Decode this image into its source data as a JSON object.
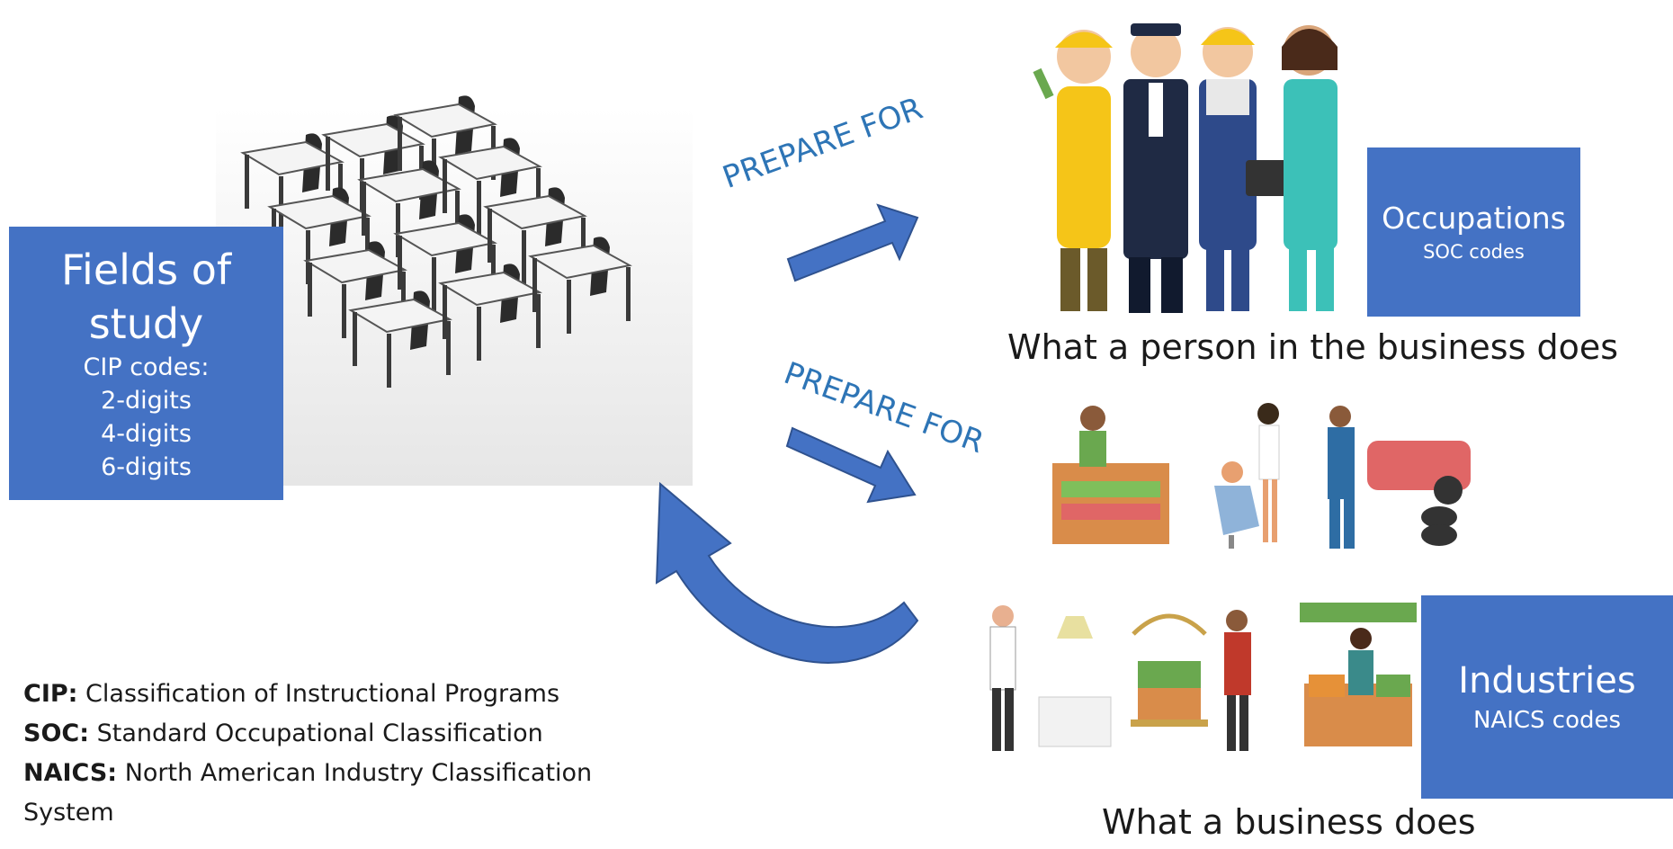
{
  "fields_box": {
    "title_line1": "Fields of",
    "title_line2": "study",
    "codes_label": "CIP codes:",
    "levels": [
      "2-digits",
      "4-digits",
      "6-digits"
    ]
  },
  "arrows": {
    "top_label": "PREPARE FOR",
    "middle_label": "PREPARE FOR"
  },
  "occupations_box": {
    "title": "Occupations",
    "subtitle": "SOC codes"
  },
  "occupations_caption": "What a person in the business does",
  "industries_box": {
    "title": "Industries",
    "subtitle": "NAICS codes"
  },
  "industries_caption": "What a business does",
  "legend": [
    {
      "abbr": "CIP:",
      "text": "Classification of Instructional Programs"
    },
    {
      "abbr": "SOC:",
      "text": "Standard Occupational Classification"
    },
    {
      "abbr": "NAICS:",
      "text": "North American Industry Classification"
    },
    {
      "abbr": "",
      "text": "System"
    }
  ],
  "colors": {
    "box_blue": "#4472c4",
    "arrow_blue": "#4472c4",
    "label_blue": "#2e75b6"
  }
}
